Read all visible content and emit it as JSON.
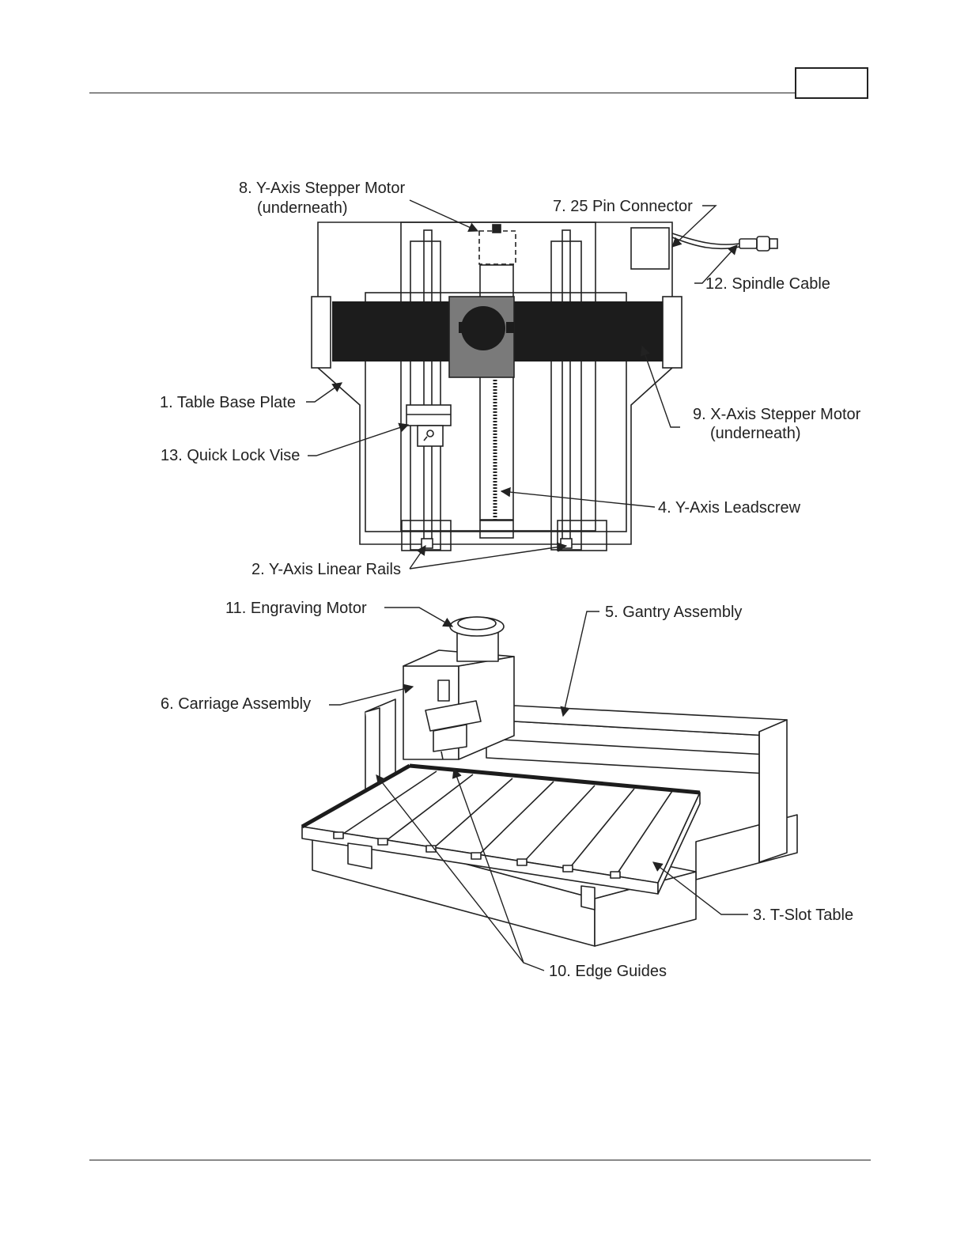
{
  "page": {
    "page_number": ""
  },
  "labels": {
    "l1": "1. Table Base Plate",
    "l2": "2. Y-Axis Linear Rails",
    "l3": "3. T-Slot Table",
    "l4": "4. Y-Axis Leadscrew",
    "l5": "5. Gantry Assembly",
    "l6": "6. Carriage Assembly",
    "l7": "7. 25 Pin Connector",
    "l8a": "8. Y-Axis Stepper Motor",
    "l8b": "(underneath)",
    "l9a": "9. X-Axis Stepper Motor",
    "l9b": "(underneath)",
    "l10": "10. Edge Guides",
    "l11": "11. Engraving Motor",
    "l12": "12. Spindle Cable",
    "l13": "13. Quick Lock Vise"
  },
  "colors": {
    "line": "#222222",
    "gantry_bar": "#1c1c1c",
    "carriage_block": "#7a7a7a"
  }
}
